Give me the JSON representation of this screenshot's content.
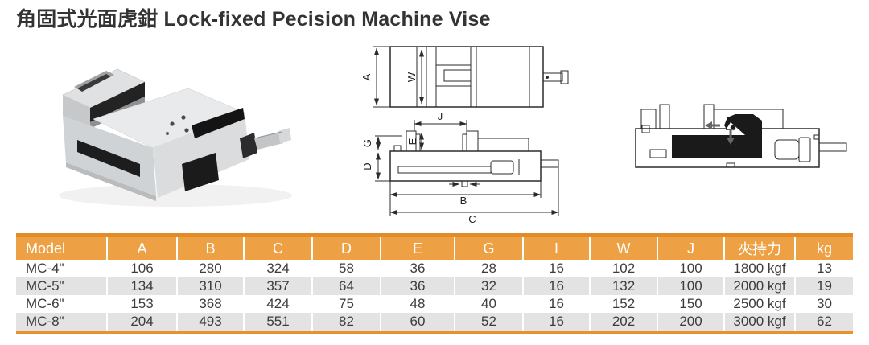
{
  "title": "角固式光面虎鉗 Lock-fixed Pecision Machine Vise",
  "dim_labels": {
    "A": "A",
    "W": "W",
    "J": "J",
    "E": "E",
    "G": "G",
    "D": "D",
    "B": "B",
    "C": "C"
  },
  "table": {
    "headers": [
      "Model",
      "A",
      "B",
      "C",
      "D",
      "E",
      "G",
      "I",
      "W",
      "J",
      "夾持力",
      "kg"
    ],
    "rows": [
      [
        "MC-4\"",
        "106",
        "280",
        "324",
        "58",
        "36",
        "28",
        "16",
        "102",
        "100",
        "1800 kgf",
        "13"
      ],
      [
        "MC-5\"",
        "134",
        "310",
        "357",
        "64",
        "36",
        "32",
        "16",
        "132",
        "100",
        "2000 kgf",
        "19"
      ],
      [
        "MC-6\"",
        "153",
        "368",
        "424",
        "75",
        "48",
        "40",
        "16",
        "152",
        "150",
        "2500 kgf",
        "30"
      ],
      [
        "MC-8\"",
        "204",
        "493",
        "551",
        "82",
        "60",
        "52",
        "16",
        "202",
        "200",
        "3000 kgf",
        "62"
      ]
    ]
  },
  "colors": {
    "header_bg": "#EDA044",
    "header_top_strip": "#E18C29",
    "row_alt_bg": "#E3E3E3",
    "table_bottom_border": "#E8922D",
    "header_text": "#FFFFFF",
    "body_text": "#3C3C3C",
    "drawing_line": "#2B2B2B",
    "section_arrow": "#666666"
  }
}
